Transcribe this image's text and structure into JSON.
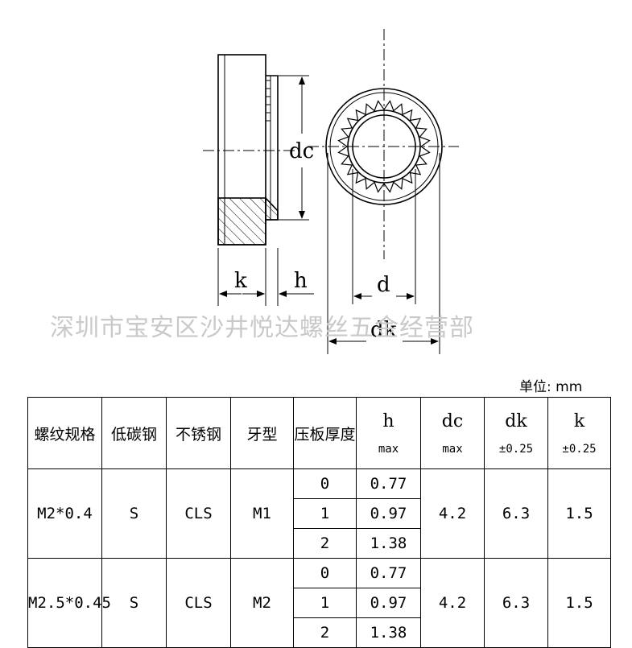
{
  "drawing": {
    "labels": {
      "dc": "dc",
      "k": "k",
      "h": "h",
      "d": "d",
      "dk": "dk"
    }
  },
  "watermark": "深圳市宝安区沙井悦达螺丝五金经营部",
  "unit": "单位: mm",
  "table": {
    "headers": [
      {
        "name": "螺纹规格"
      },
      {
        "name": "低碳钢"
      },
      {
        "name": "不锈钢"
      },
      {
        "name": "牙型"
      },
      {
        "name": "压板厚度"
      },
      {
        "name": "h",
        "sub": "max"
      },
      {
        "name": "dc",
        "sub": "max"
      },
      {
        "name": "dk",
        "sub": "±0.25"
      },
      {
        "name": "k",
        "sub": "±0.25"
      }
    ],
    "rows": [
      {
        "spec": "M2*0.4",
        "carbon": "S",
        "stainless": "CLS",
        "thread": "M1",
        "sub": [
          {
            "thk": "0",
            "h": "0.77"
          },
          {
            "thk": "1",
            "h": "0.97"
          },
          {
            "thk": "2",
            "h": "1.38"
          }
        ],
        "dc": "4.2",
        "dk": "6.3",
        "k": "1.5"
      },
      {
        "spec": "M2.5*0.45",
        "carbon": "S",
        "stainless": "CLS",
        "thread": "M2",
        "sub": [
          {
            "thk": "0",
            "h": "0.77"
          },
          {
            "thk": "1",
            "h": "0.97"
          },
          {
            "thk": "2",
            "h": "1.38"
          }
        ],
        "dc": "4.2",
        "dk": "6.3",
        "k": "1.5"
      }
    ]
  }
}
